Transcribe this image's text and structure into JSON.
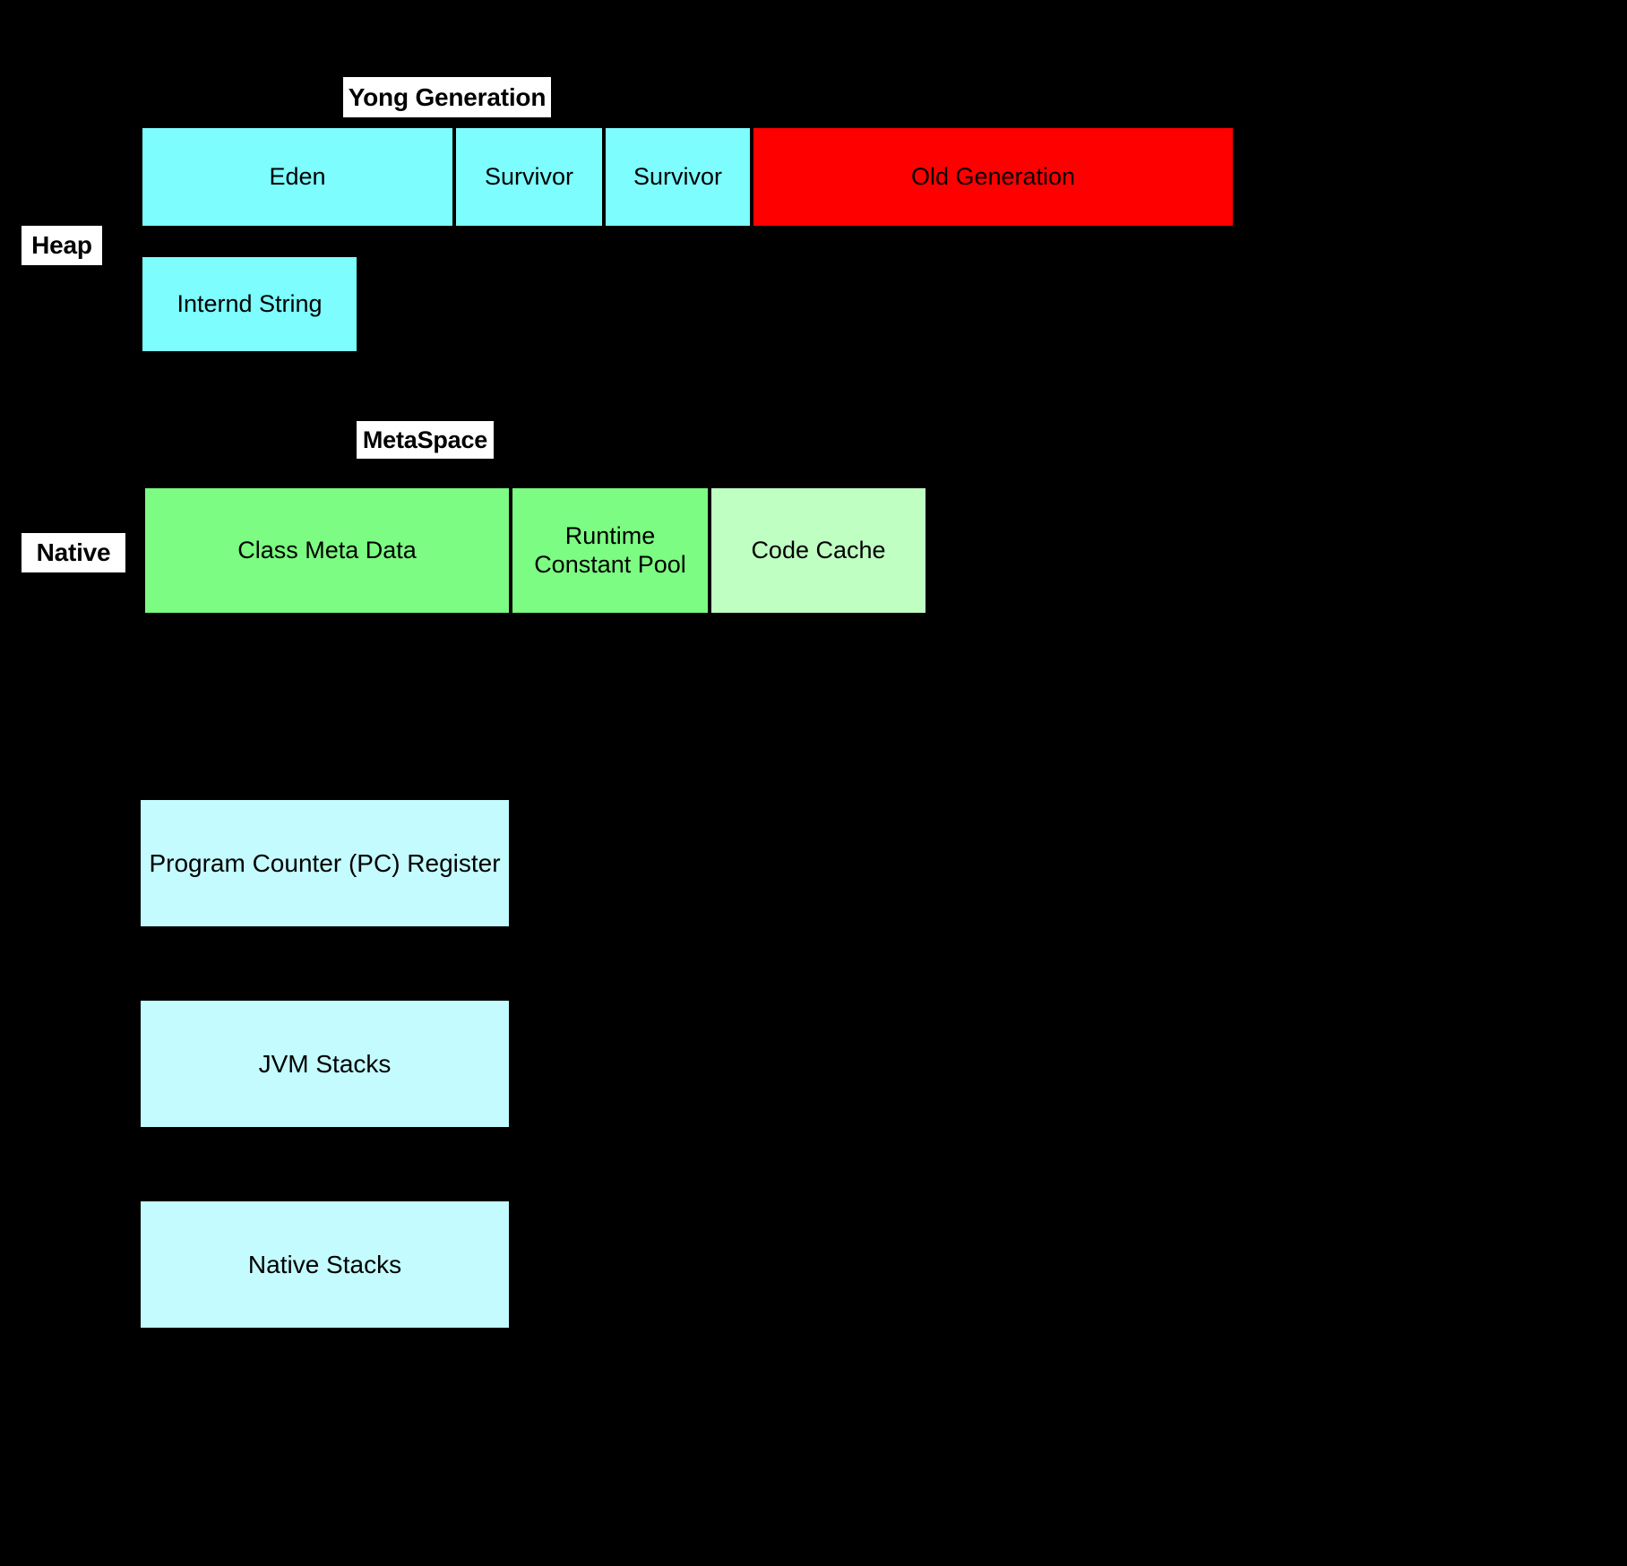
{
  "diagram": {
    "background_color": "#000000",
    "title_tags": [
      {
        "id": "young-generation",
        "text": "Yong Generation"
      },
      {
        "id": "metaspace",
        "text": "MetaSpace"
      }
    ],
    "side_tags": [
      {
        "id": "heap",
        "text": "Heap"
      },
      {
        "id": "native",
        "text": "Native"
      }
    ],
    "heap_row": {
      "tag": "Yong Generation",
      "regions": [
        {
          "label": "Eden",
          "color": "#7DFDFE"
        },
        {
          "label": "Survivor",
          "color": "#7DFDFE"
        },
        {
          "label": "Survivor",
          "color": "#7DFDFE"
        },
        {
          "label": "Old Generation",
          "color": "#FF0000"
        }
      ]
    },
    "heap_extra": {
      "regions": [
        {
          "label": "Internd String",
          "color": "#7DFDFE"
        }
      ]
    },
    "native_row": {
      "tag": "MetaSpace",
      "regions": [
        {
          "label": "Class Meta Data",
          "color": "#7CFC82"
        },
        {
          "label_line1": "Runtime",
          "label_line2": "Constant Pool",
          "color": "#7CFC82"
        },
        {
          "label": "Code Cache",
          "color": "#BFFFC2"
        }
      ]
    },
    "runtime_stacks": {
      "regions": [
        {
          "label": "Program Counter (PC) Register",
          "color": "#C4FBFE"
        },
        {
          "label": "JVM Stacks",
          "color": "#C4FBFE"
        },
        {
          "label": "Native Stacks",
          "color": "#C4FBFE"
        }
      ]
    }
  }
}
